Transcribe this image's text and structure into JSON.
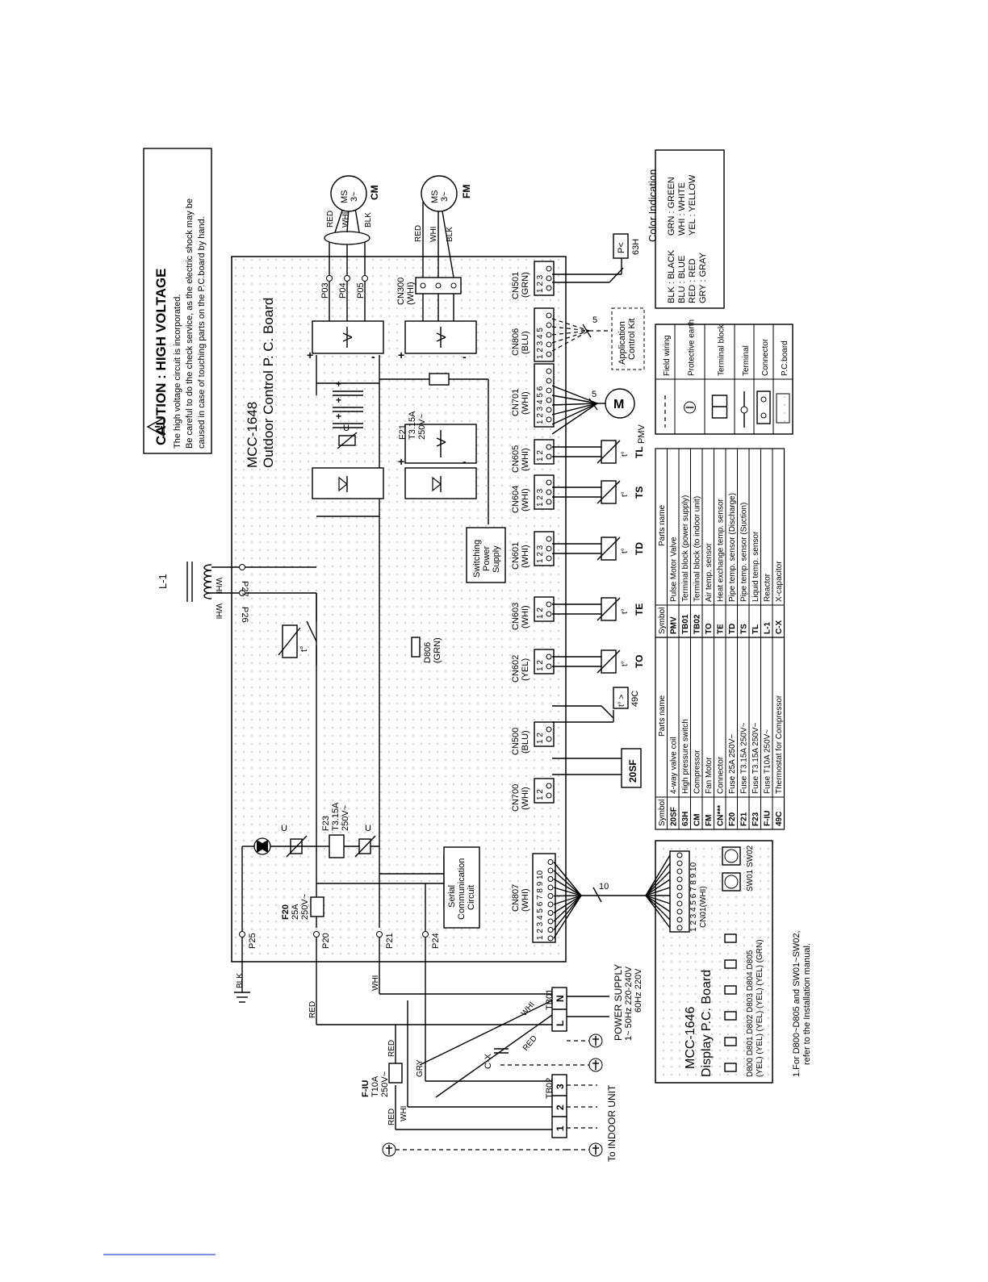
{
  "caution": {
    "title": "CAUTION : HIGH VOLTAGE",
    "line1": "The high voltage circuit is incorporated.",
    "line2": "Be careful to do the check service, as the electric shock may be",
    "line3": "caused in case of touching parts on the P.C.board by hand."
  },
  "board": {
    "model": "MCC-1648",
    "name": "Outdoor Control P. C. Board"
  },
  "display_board": {
    "model": "MCC-1646",
    "name": "Display P.C. Board",
    "connector": "CN01(WHI)",
    "connector_pins": "1 2 3 4 5 6 7 8 9 10",
    "leds": [
      "D800",
      "D801",
      "D802",
      "D803",
      "D804",
      "D805"
    ],
    "led_colors": "(YEL) (YEL) (YEL) (YEL) (YEL) (GRN)",
    "switches": "SW01 SW02",
    "note1": "1.For D800~D805 and SW01~SW02,",
    "note2": "refer to the Installation manual."
  },
  "connectors": [
    {
      "name": "CN807",
      "color": "(WHI)",
      "pins": "1 2 3 4 5 6 7 8 9 10"
    },
    {
      "name": "CN700",
      "color": "(WHI)",
      "pins": "1 2"
    },
    {
      "name": "CN500",
      "color": "(BLU)",
      "pins": "1 2"
    },
    {
      "name": "CN602",
      "color": "(YEL)",
      "pins": "1 2"
    },
    {
      "name": "CN603",
      "color": "(WHI)",
      "pins": "1 2"
    },
    {
      "name": "CN601",
      "color": "(WHI)",
      "pins": "1 2 3"
    },
    {
      "name": "CN604",
      "color": "(WHI)",
      "pins": "1 2 3"
    },
    {
      "name": "CN605",
      "color": "(WHI)",
      "pins": "1 2"
    },
    {
      "name": "CN701",
      "color": "(WHI)",
      "pins": "1 2 3 4 5 6"
    },
    {
      "name": "CN806",
      "color": "(BLU)",
      "pins": "1 2 3 4 5"
    },
    {
      "name": "CN501",
      "color": "(GRN)",
      "pins": "1 2 3"
    }
  ],
  "sensors": [
    "TO",
    "TE",
    "TD",
    "TS",
    "TL"
  ],
  "labels": {
    "p25": "P25",
    "p20": "P20",
    "p21": "P21",
    "p24": "P24",
    "p26": "P26",
    "p27": "P27",
    "p03": "P03",
    "p04": "P04",
    "p05": "P05",
    "cn300": "CN300",
    "cn300_color": "(WHI)",
    "f20": "F20",
    "f20_rating": "25A",
    "f20_volt": "250V~",
    "f23": "F23",
    "f23_rating": "T3.15A",
    "f23_volt": "250V~",
    "f21": "F21",
    "f21_rating": "T3.15A",
    "f21_volt": "250V~",
    "fiu": "F-IU",
    "fiu_rating": "T10A",
    "fiu_volt": "250V~",
    "serial": [
      "Serial",
      "Communication",
      "Circuit"
    ],
    "switching": [
      "Switching",
      "Power",
      "Supply"
    ],
    "d806": "D806",
    "d806_color": "(GRN)",
    "tb01": "TB01",
    "tb02": "TB02",
    "tb01_l": "L",
    "tb01_n": "N",
    "tb02_1": "1",
    "tb02_2": "2",
    "tb02_3": "3",
    "power_supply": "POWER SUPPLY",
    "power_line1": "1~ 50Hz 220-240V",
    "power_line2": "60Hz 220V",
    "indoor": "To INDOOR UNIT",
    "cx": "C-X",
    "l1": "L-1",
    "sf20": "20SF",
    "c49": "49C",
    "h63": "63H",
    "pmv": "PMV",
    "cm": "CM",
    "fm": "FM",
    "ms": "MS",
    "ms3": "3~",
    "app_kit": [
      "Application",
      "Control Kit"
    ],
    "wire_count_10": "10",
    "wire_count_5a": "5",
    "wire_count_5b": "5",
    "u": "U",
    "t_deg": "t°",
    "blk": "BLK",
    "red": "RED",
    "whi": "WHI",
    "gry": "GRY"
  },
  "legend": {
    "items": [
      {
        "sym": "field",
        "label": "Field wiring"
      },
      {
        "sym": "earth",
        "label": "Protective earth"
      },
      {
        "sym": "tblock",
        "label": "Terminal block"
      },
      {
        "sym": "terminal",
        "label": "Terminal"
      },
      {
        "sym": "connector",
        "label": "Connector"
      },
      {
        "sym": "pcb",
        "label": "P.C.board"
      }
    ]
  },
  "color_indication": {
    "title": "Color Indication",
    "col1": [
      "BLK : BLACK",
      "BLU : BLUE",
      "RED : RED",
      "GRY : GRAY"
    ],
    "col2": [
      "GRN : GREEN",
      "WHI : WHITE",
      "YEL : YELLOW"
    ]
  },
  "parts_table1": {
    "headers": [
      "Symbol",
      "Parts name"
    ],
    "rows": [
      [
        "20SF",
        "4-way valve coil"
      ],
      [
        "63H",
        "High pressure switch"
      ],
      [
        "CM",
        "Compressor"
      ],
      [
        "FM",
        "Fan Motor"
      ],
      [
        "CN***",
        "Connector"
      ],
      [
        "F20",
        "Fuse 25A 250V~"
      ],
      [
        "F21",
        "Fuse T3.15A 250V~"
      ],
      [
        "F23",
        "Fuse T3.15A 250V~"
      ],
      [
        "F-IU",
        "Fuse T10A 250V~"
      ],
      [
        "49C",
        "Thermostat for Compressor"
      ]
    ]
  },
  "parts_table2": {
    "headers": [
      "Symbol",
      "Parts name"
    ],
    "rows": [
      [
        "PMV",
        "Pulse Motor Valve"
      ],
      [
        "TB01",
        "Terminal block (power supply)"
      ],
      [
        "TB02",
        "Terminal block (to indoor unit)"
      ],
      [
        "TO",
        "Air temp. sensor"
      ],
      [
        "TE",
        "Heat exchange temp. sensor"
      ],
      [
        "TD",
        "Pipe temp. sensor (Discharge)"
      ],
      [
        "TS",
        "Pipe temp. sensor (Suction)"
      ],
      [
        "TL",
        "Liquid temp. sensor"
      ],
      [
        "L-1",
        "Reactor"
      ],
      [
        "C-X",
        "X-capacitor"
      ]
    ]
  }
}
